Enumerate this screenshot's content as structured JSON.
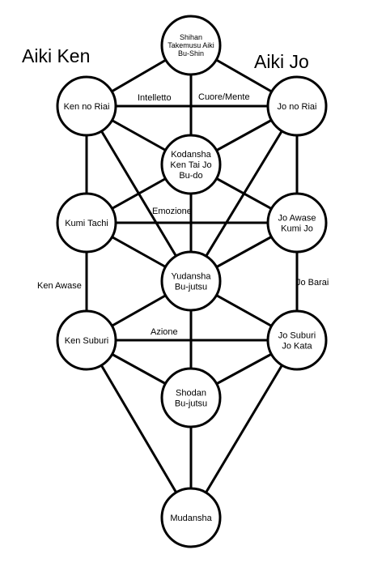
{
  "titles": {
    "left": "Aiki Ken",
    "right": "Aiki Jo"
  },
  "nodes": [
    {
      "id": "shihan",
      "lines": [
        "Shihan",
        "Takemusu Aiki",
        "Bu-Shin"
      ]
    },
    {
      "id": "kennoriai",
      "lines": [
        "Ken no Riai"
      ]
    },
    {
      "id": "jonoriai",
      "lines": [
        "Jo no Riai"
      ]
    },
    {
      "id": "kodansha",
      "lines": [
        "Kodansha",
        "Ken Tai Jo",
        "Bu-do"
      ]
    },
    {
      "id": "kumitachi",
      "lines": [
        "Kumi Tachi"
      ]
    },
    {
      "id": "joawase",
      "lines": [
        "Jo Awase",
        "Kumi Jo"
      ]
    },
    {
      "id": "yudansha",
      "lines": [
        "Yudansha",
        "Bu-jutsu"
      ]
    },
    {
      "id": "kensuburi",
      "lines": [
        "Ken Suburi"
      ]
    },
    {
      "id": "josuburi",
      "lines": [
        "Jo Suburi",
        "Jo Kata"
      ]
    },
    {
      "id": "shodan",
      "lines": [
        "Shodan",
        "Bu-jutsu"
      ]
    },
    {
      "id": "mudansha",
      "lines": [
        "Mudansha"
      ]
    }
  ],
  "edge_labels": [
    {
      "id": "intelletto",
      "text": "Intelletto"
    },
    {
      "id": "cuoremente",
      "text": "Cuore/Mente"
    },
    {
      "id": "emozione",
      "text": "Emozione"
    },
    {
      "id": "kenawase",
      "text": "Ken Awase"
    },
    {
      "id": "jobarai",
      "text": "Jo Barai"
    },
    {
      "id": "azione",
      "text": "Azione"
    }
  ]
}
